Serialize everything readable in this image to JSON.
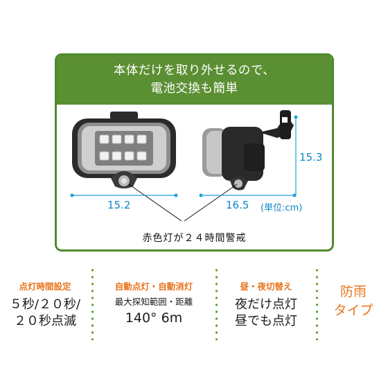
{
  "header": {
    "line1": "本体だけを取り外せるので、",
    "line2": "電池交換も簡単"
  },
  "dimensions": {
    "front_width": "15.2",
    "side_width": "16.5",
    "height": "15.3",
    "unit": "(単位:cm)"
  },
  "caption": "赤色灯が２４時間警戒",
  "features": {
    "timer": {
      "label": "点灯時間設定",
      "line1": "５秒/２０秒/",
      "line2": "２０秒点滅"
    },
    "sensor": {
      "label": "自動点灯・自動消灯",
      "sub": "最大探知範囲・距離",
      "value": "140° 6m"
    },
    "daynight": {
      "label": "昼・夜切替え",
      "line1": "夜だけ点灯",
      "line2": "昼でも点灯"
    },
    "rain": {
      "line1": "防雨",
      "line2": "タイプ"
    }
  },
  "colors": {
    "header_green": "#5b8f33",
    "accent_orange": "#e8741c",
    "dimension_blue": "#0d86c6"
  }
}
